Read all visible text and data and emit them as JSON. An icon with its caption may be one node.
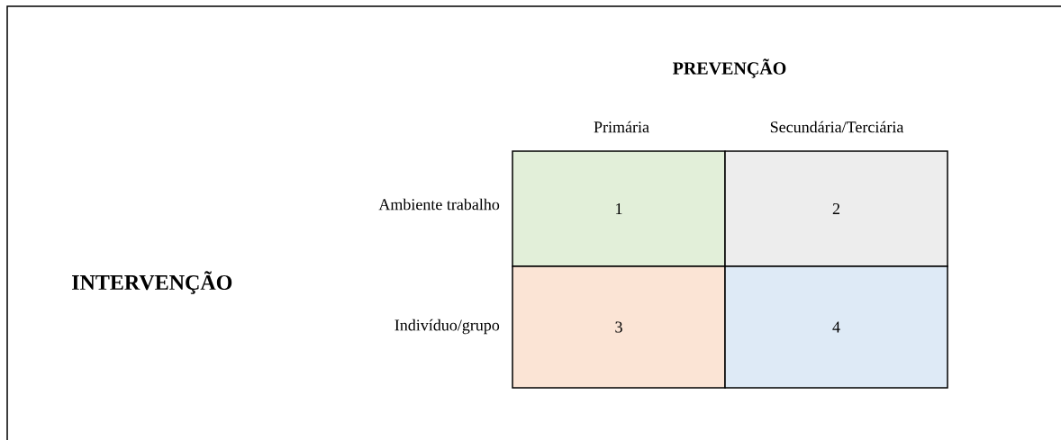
{
  "diagram": {
    "nodes": [
      {
        "text": [
          "1"
        ]
      },
      {
        "text": [
          "2"
        ]
      },
      {
        "text": [
          "3"
        ]
      },
      {
        "text": [
          "4"
        ]
      }
    ],
    "labels": [
      "PREVENÇÃO",
      "Primária",
      "Secundária/Terciária",
      "Ambiente trabalho",
      "INTERVENÇÃO",
      "Indivíduo/grupo"
    ]
  }
}
